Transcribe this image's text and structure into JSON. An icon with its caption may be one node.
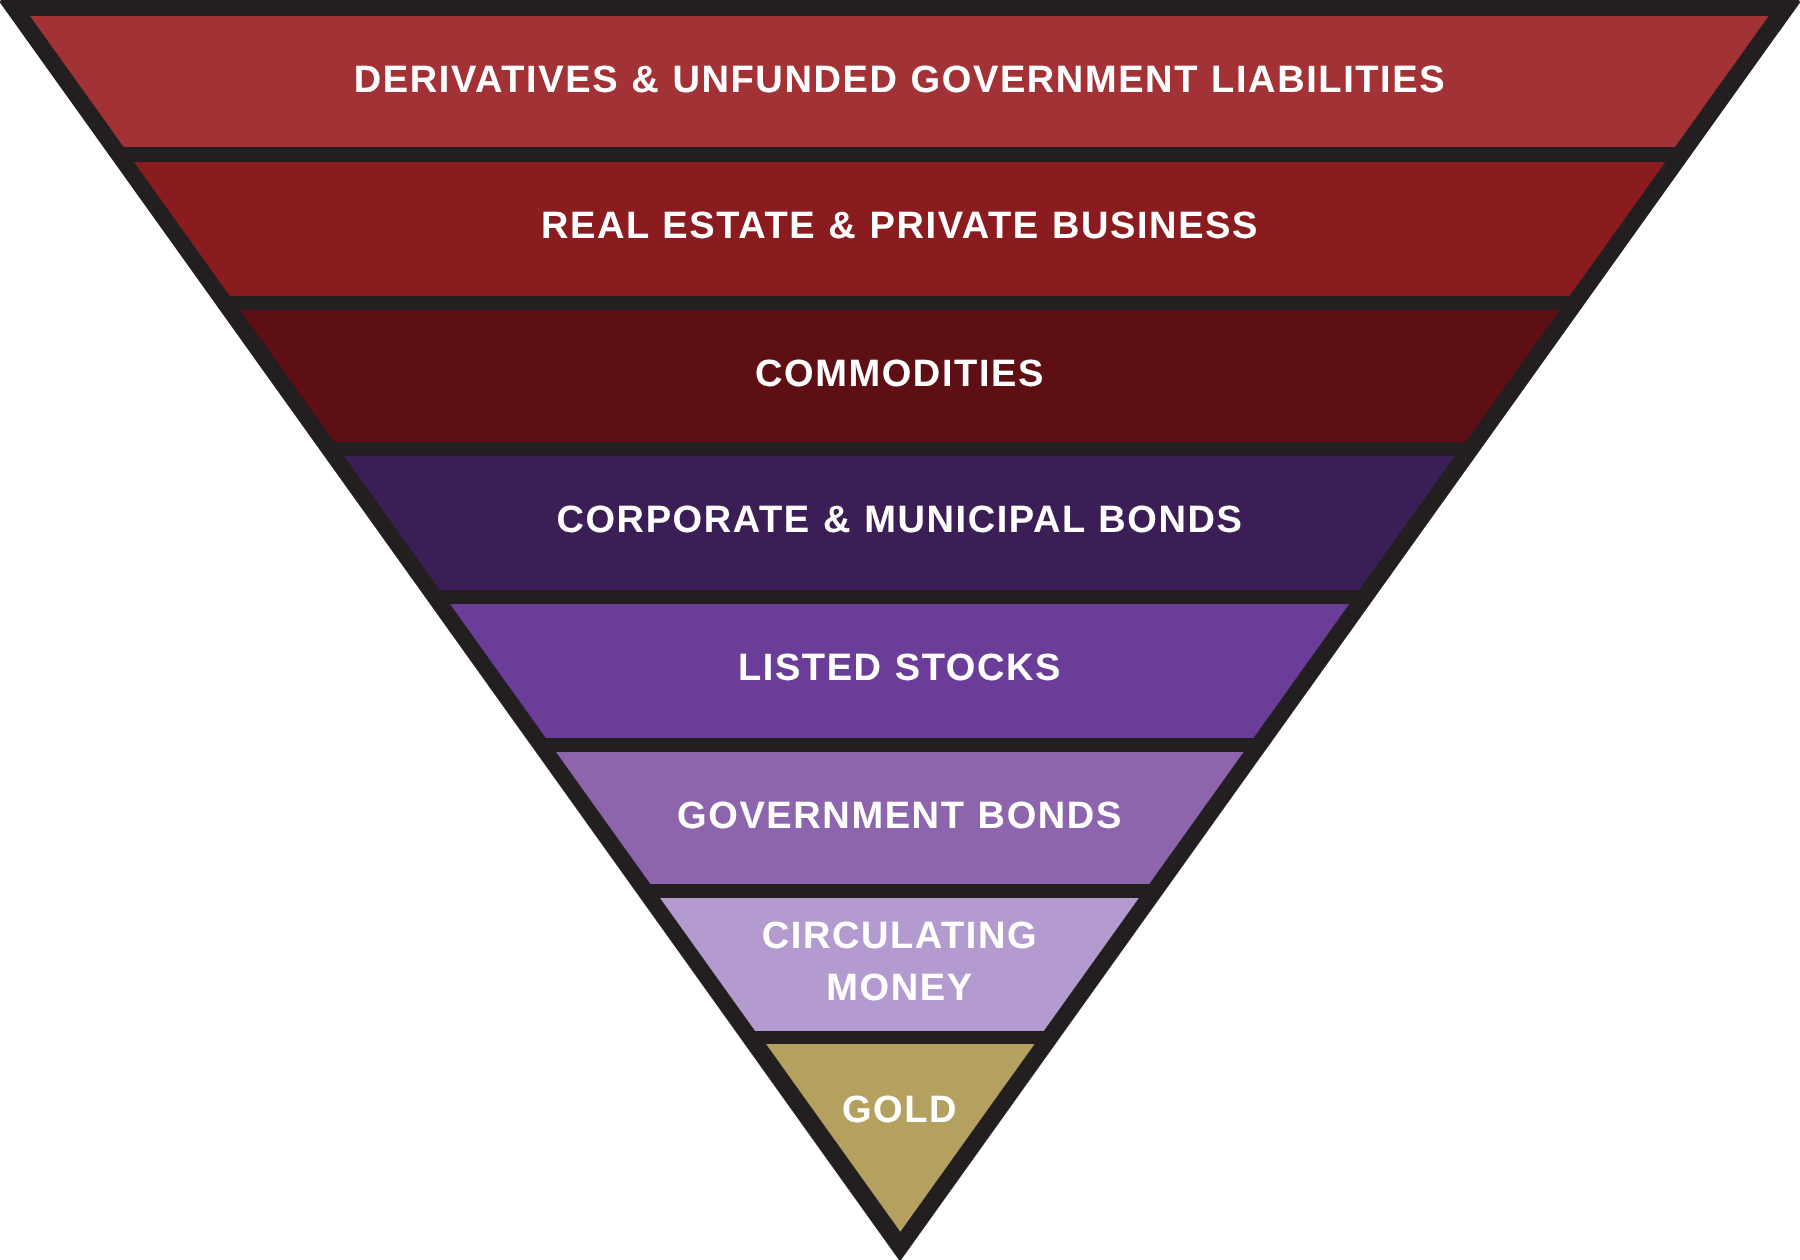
{
  "diagram": {
    "nodes": [
      {
        "text": [
          "DERIVATIVES & UNFUNDED GOVERNMENT LIABILITIES"
        ]
      },
      {
        "text": [
          "REAL ESTATE & PRIVATE BUSINESS"
        ]
      },
      {
        "text": [
          "COMMODITIES"
        ]
      },
      {
        "text": [
          "CORPORATE & MUNICIPAL BONDS"
        ]
      },
      {
        "text": [
          "LISTED STOCKS"
        ]
      },
      {
        "text": [
          "GOVERNMENT BONDS"
        ]
      },
      {
        "text": [
          "CIRCULATING MONEY"
        ]
      },
      {
        "text": [
          "GOLD"
        ]
      }
    ]
  }
}
